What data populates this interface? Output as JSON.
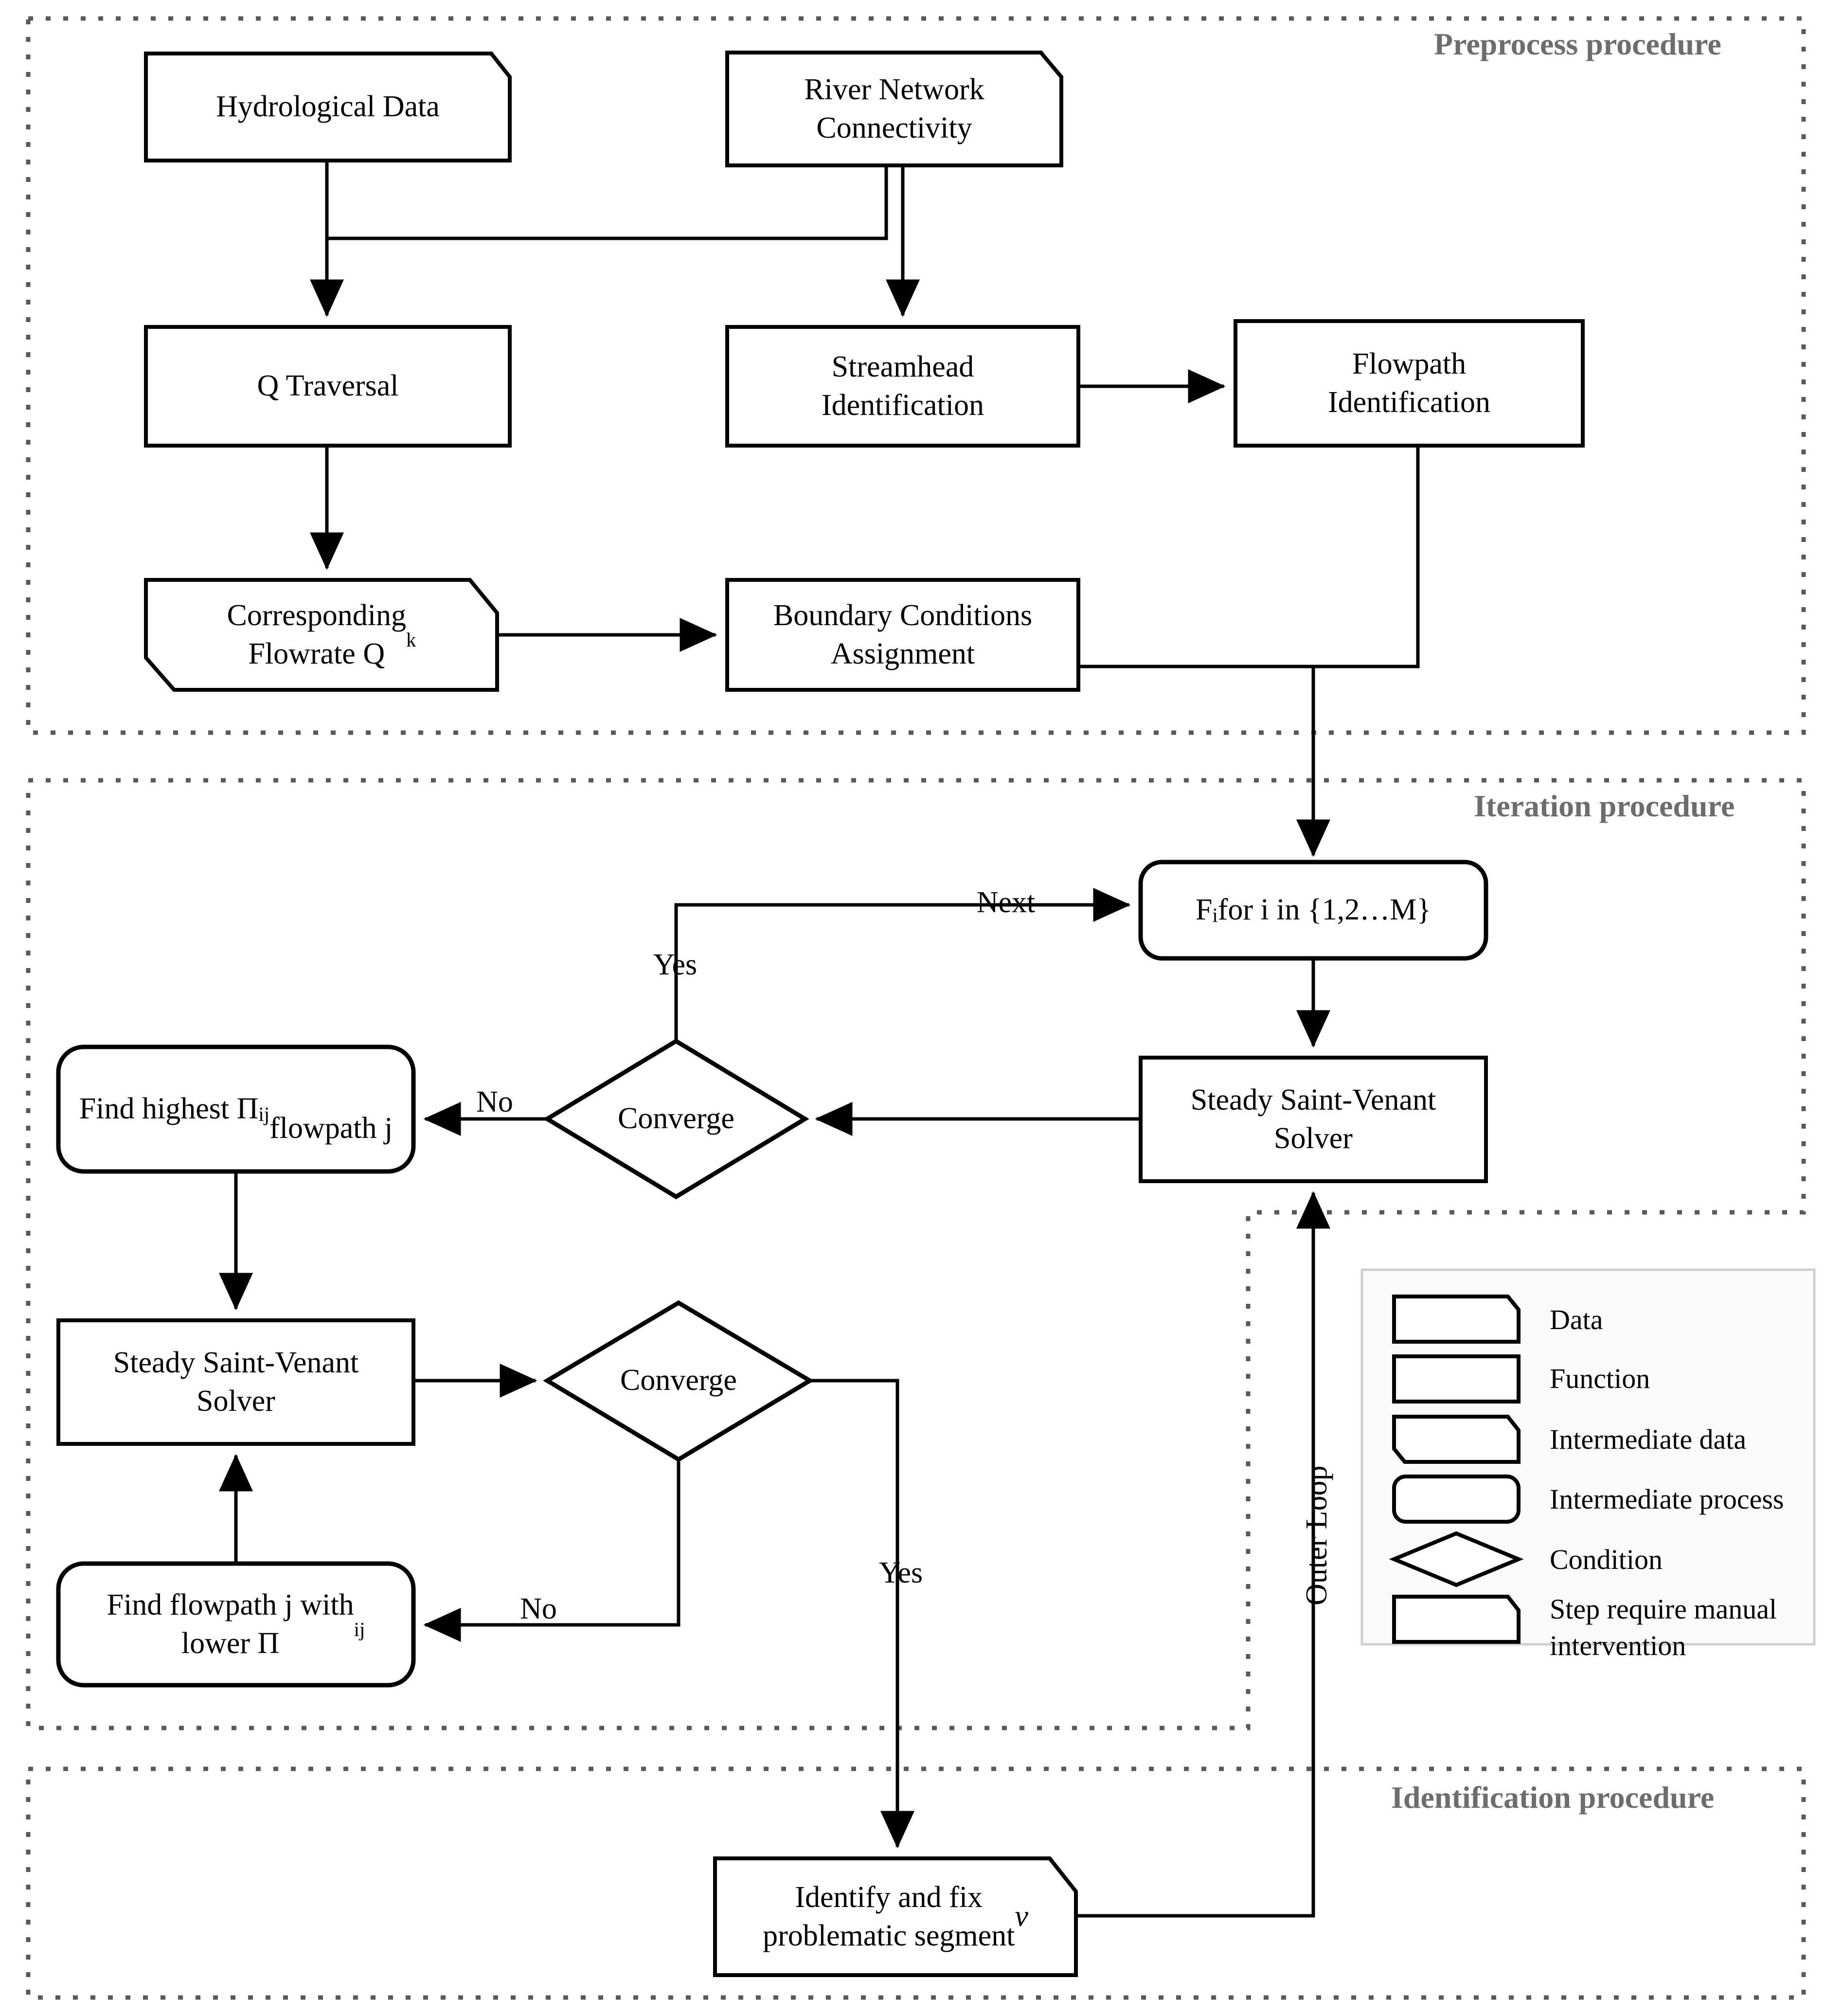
{
  "diagram": {
    "title": "Hydraulic model calibration workflow flowchart",
    "groups": [
      {
        "id": "preprocess",
        "label": "Preprocess procedure"
      },
      {
        "id": "iteration",
        "label": "Iteration procedure"
      },
      {
        "id": "identification",
        "label": "Identification procedure"
      }
    ],
    "nodes": [
      {
        "id": "hydro-data",
        "label": "Hydrological Data",
        "shape": "data"
      },
      {
        "id": "river-network",
        "label": "River Network\nConnectivity",
        "shape": "data"
      },
      {
        "id": "q-traversal",
        "label": "Q Traversal",
        "shape": "function"
      },
      {
        "id": "streamhead-id",
        "label": "Streamhead\nIdentification",
        "shape": "function"
      },
      {
        "id": "flowpath-id",
        "label": "Flowpath\nIdentification",
        "shape": "function"
      },
      {
        "id": "corresponding-q",
        "label": "Corresponding\nFlowrate Q",
        "sub": "k",
        "shape": "intermediate-data"
      },
      {
        "id": "boundary-cond",
        "label": "Boundary Conditions\nAssignment",
        "shape": "function"
      },
      {
        "id": "f-loop",
        "label": "F",
        "sub": "i",
        "label_tail": " for i in {1,2…M}",
        "shape": "intermediate-process"
      },
      {
        "id": "solver-1",
        "label": "Steady Saint-Venant\nSolver",
        "shape": "function"
      },
      {
        "id": "converge-1",
        "label": "Converge",
        "shape": "condition"
      },
      {
        "id": "find-highest",
        "label": "Find highest Π",
        "sub": "ij",
        "label_tail": "\nflowpath j",
        "shape": "intermediate-process"
      },
      {
        "id": "solver-2",
        "label": "Steady Saint-Venant\nSolver",
        "shape": "function"
      },
      {
        "id": "converge-2",
        "label": "Converge",
        "shape": "condition"
      },
      {
        "id": "find-lower",
        "label": "Find flowpath j with\nlower Π",
        "sub": "ij",
        "shape": "intermediate-process"
      },
      {
        "id": "identify-fix",
        "label": "Identify and fix\nproblematic segment ",
        "italic_tail": "v",
        "shape": "manual-step"
      }
    ],
    "edge_labels": [
      {
        "id": "next",
        "text": "Next"
      },
      {
        "id": "yes-1",
        "text": "Yes"
      },
      {
        "id": "no-1",
        "text": "No"
      },
      {
        "id": "yes-2",
        "text": "Yes"
      },
      {
        "id": "no-2",
        "text": "No"
      },
      {
        "id": "outer-loop",
        "text": "Outer Loop"
      }
    ],
    "legend": {
      "items": [
        {
          "shape": "data",
          "label": "Data"
        },
        {
          "shape": "function",
          "label": "Function"
        },
        {
          "shape": "intermediate-data",
          "label": "Intermediate data"
        },
        {
          "shape": "intermediate-process",
          "label": "Intermediate process"
        },
        {
          "shape": "condition",
          "label": "Condition"
        },
        {
          "shape": "manual-step",
          "label": "Step require manual\nintervention"
        }
      ]
    },
    "colors": {
      "stroke": "#000000",
      "group_label": "#6d6d6d",
      "group_border": "#595959",
      "legend_border": "#cfcfcf",
      "background": "#ffffff"
    }
  }
}
